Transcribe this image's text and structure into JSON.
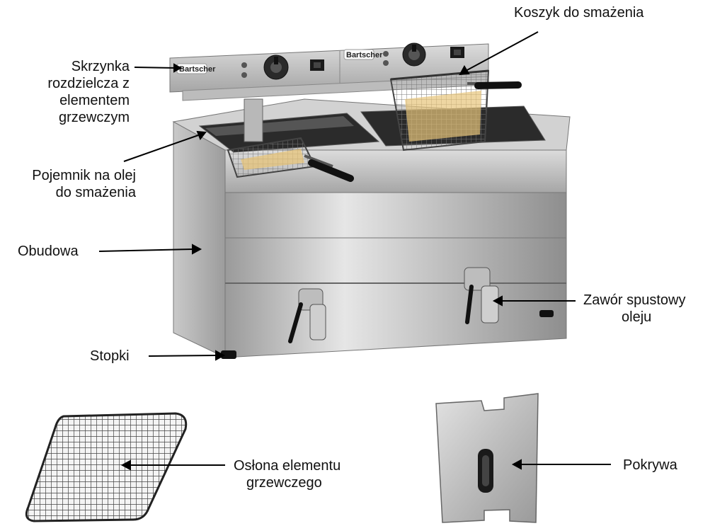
{
  "labels": {
    "control_box": [
      "Skrzynka",
      "rozdzielcza z",
      "elementem",
      "grzewczym"
    ],
    "oil_container": [
      "Pojemnik na olej",
      "do smażenia"
    ],
    "housing": "Obudowa",
    "feet": "Stopki",
    "frying_basket": "Koszyk do  smażenia",
    "drain_valve": [
      "Zawór spustowy",
      "oleju"
    ],
    "element_guard": [
      "Osłona elementu",
      "grzewczego"
    ],
    "lid": "Pokrywa"
  },
  "brand": "Bartscher"
}
